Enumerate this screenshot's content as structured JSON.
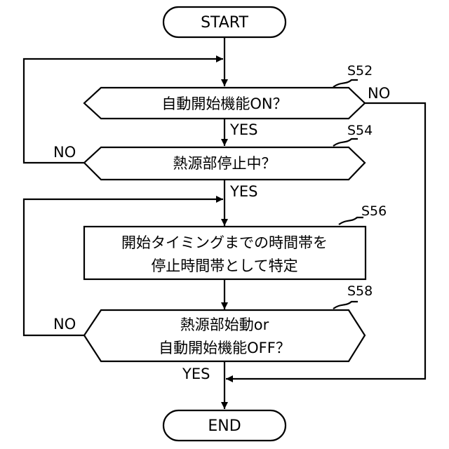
{
  "start_label": "START",
  "end_label": "END",
  "steps": {
    "s52": {
      "id": "S52",
      "text": "自動開始機能ON？",
      "no_label": "NO",
      "yes_label": "YES"
    },
    "s54": {
      "id": "S54",
      "text": "熱源部停止中？",
      "no_label": "NO",
      "yes_label": "YES"
    },
    "s56": {
      "id": "S56",
      "line1": "開始タイミングまでの時間帯を",
      "line2": "停止時間帯として特定"
    },
    "s58": {
      "id": "S58",
      "line1": "熱源部始動or",
      "line2": "自動開始機能OFF？",
      "no_label": "NO",
      "yes_label": "YES"
    }
  }
}
